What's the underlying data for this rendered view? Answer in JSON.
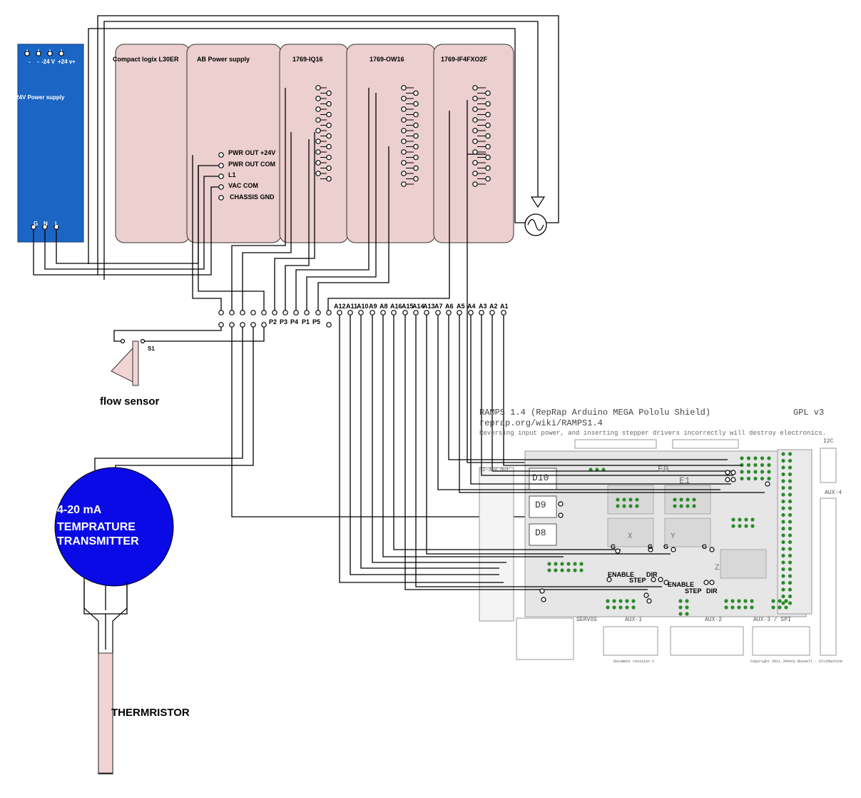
{
  "power_supply": {
    "title": "24V Power supply",
    "top_terminals": [
      "-",
      "-",
      "-24 V",
      "+24 v",
      "+"
    ],
    "bottom_terminals": [
      "G",
      "N",
      "L"
    ]
  },
  "plc": {
    "cpu": "Compact logix L30ER",
    "psu": "AB Power supply",
    "psu_terminals": [
      "PWR OUT +24V",
      "PWR OUT COM",
      "L1",
      "VAC COM",
      "CHASSIS GND"
    ],
    "mod_in": "1769-IQ16",
    "mod_out": "1769-OW16",
    "mod_analog": "1769-IF4FXO2F"
  },
  "connector": {
    "p_labels": [
      "P2",
      "P3",
      "P4",
      "P1",
      "P5"
    ],
    "a_labels": [
      "A12",
      "A11",
      "A10",
      "A9",
      "A8",
      "A16",
      "A15",
      "A14",
      "A13",
      "A7",
      "A6",
      "A5",
      "A4",
      "A3",
      "A2",
      "A1"
    ]
  },
  "flow_sensor": {
    "label": "flow sensor",
    "switch": "S1"
  },
  "transmitter": {
    "line1": "4-20 mA",
    "line2": "TEMPRATURE",
    "line3": "TRANSMITTER"
  },
  "thermistor": {
    "label": "THERMRISTOR"
  },
  "ramps": {
    "title": "RAMPS 1.4 (RepRap Arduino MEGA Pololu Shield)",
    "license": "GPL v3",
    "url": "reprap.org/wiki/RAMPS1.4",
    "warning": "Reversing input power, and inserting stepper drivers incorrectly will destroy electronics.",
    "i2c": "I2C",
    "aux4": "AUX-4",
    "aux1": "AUX-1",
    "aux2": "AUX-2",
    "aux3": "AUX-3 / SPI",
    "servos": "SERVOS",
    "power": "12-35V Out",
    "d10": "D10",
    "d9": "D9",
    "d8": "D8",
    "e0": "E0",
    "e1": "E1",
    "x": "X",
    "y": "Y",
    "z": "Z",
    "doc_rev": "Document revision 2",
    "copyright": "Copyright 2011 Johnny Russell - UltiMachine",
    "pin_labels": {
      "g": "G",
      "enable": "ENABLE",
      "step": "STEP",
      "dir": "DIR"
    }
  },
  "colors": {
    "psu_blue": "#1b66c4",
    "module_pink": "#eccfcf",
    "transmitter_blue": "#0a0ae6",
    "thermistor_pink": "#f2d4d4",
    "ramps_green": "#2c8a2c"
  }
}
